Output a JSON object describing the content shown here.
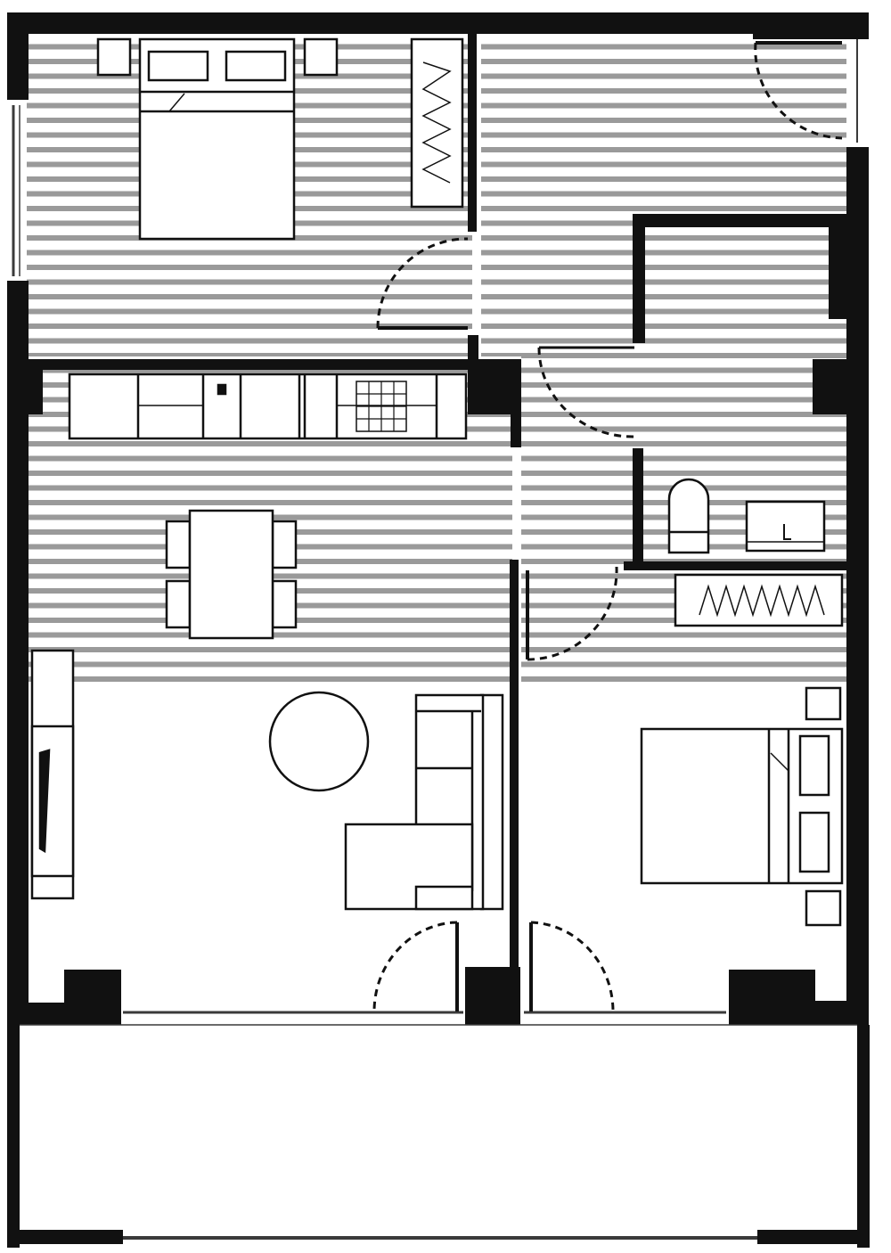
{
  "colors": {
    "wall": "#111111",
    "line": "#111111",
    "floor_stripe": "#9a9a9a",
    "window": "#3a3a3a",
    "background": "#ffffff"
  },
  "rooms": [
    "master-bedroom",
    "entry-hall",
    "bathroom",
    "kitchen-dining",
    "living-room",
    "second-bedroom",
    "balcony"
  ],
  "furniture": [
    "double-bed",
    "nightstand",
    "wardrobe",
    "kitchen-counter",
    "sink",
    "stove",
    "dining-table",
    "chair",
    "tv-unit",
    "round-coffee-table",
    "corner-sofa",
    "toilet",
    "washbasin",
    "single-bed"
  ]
}
